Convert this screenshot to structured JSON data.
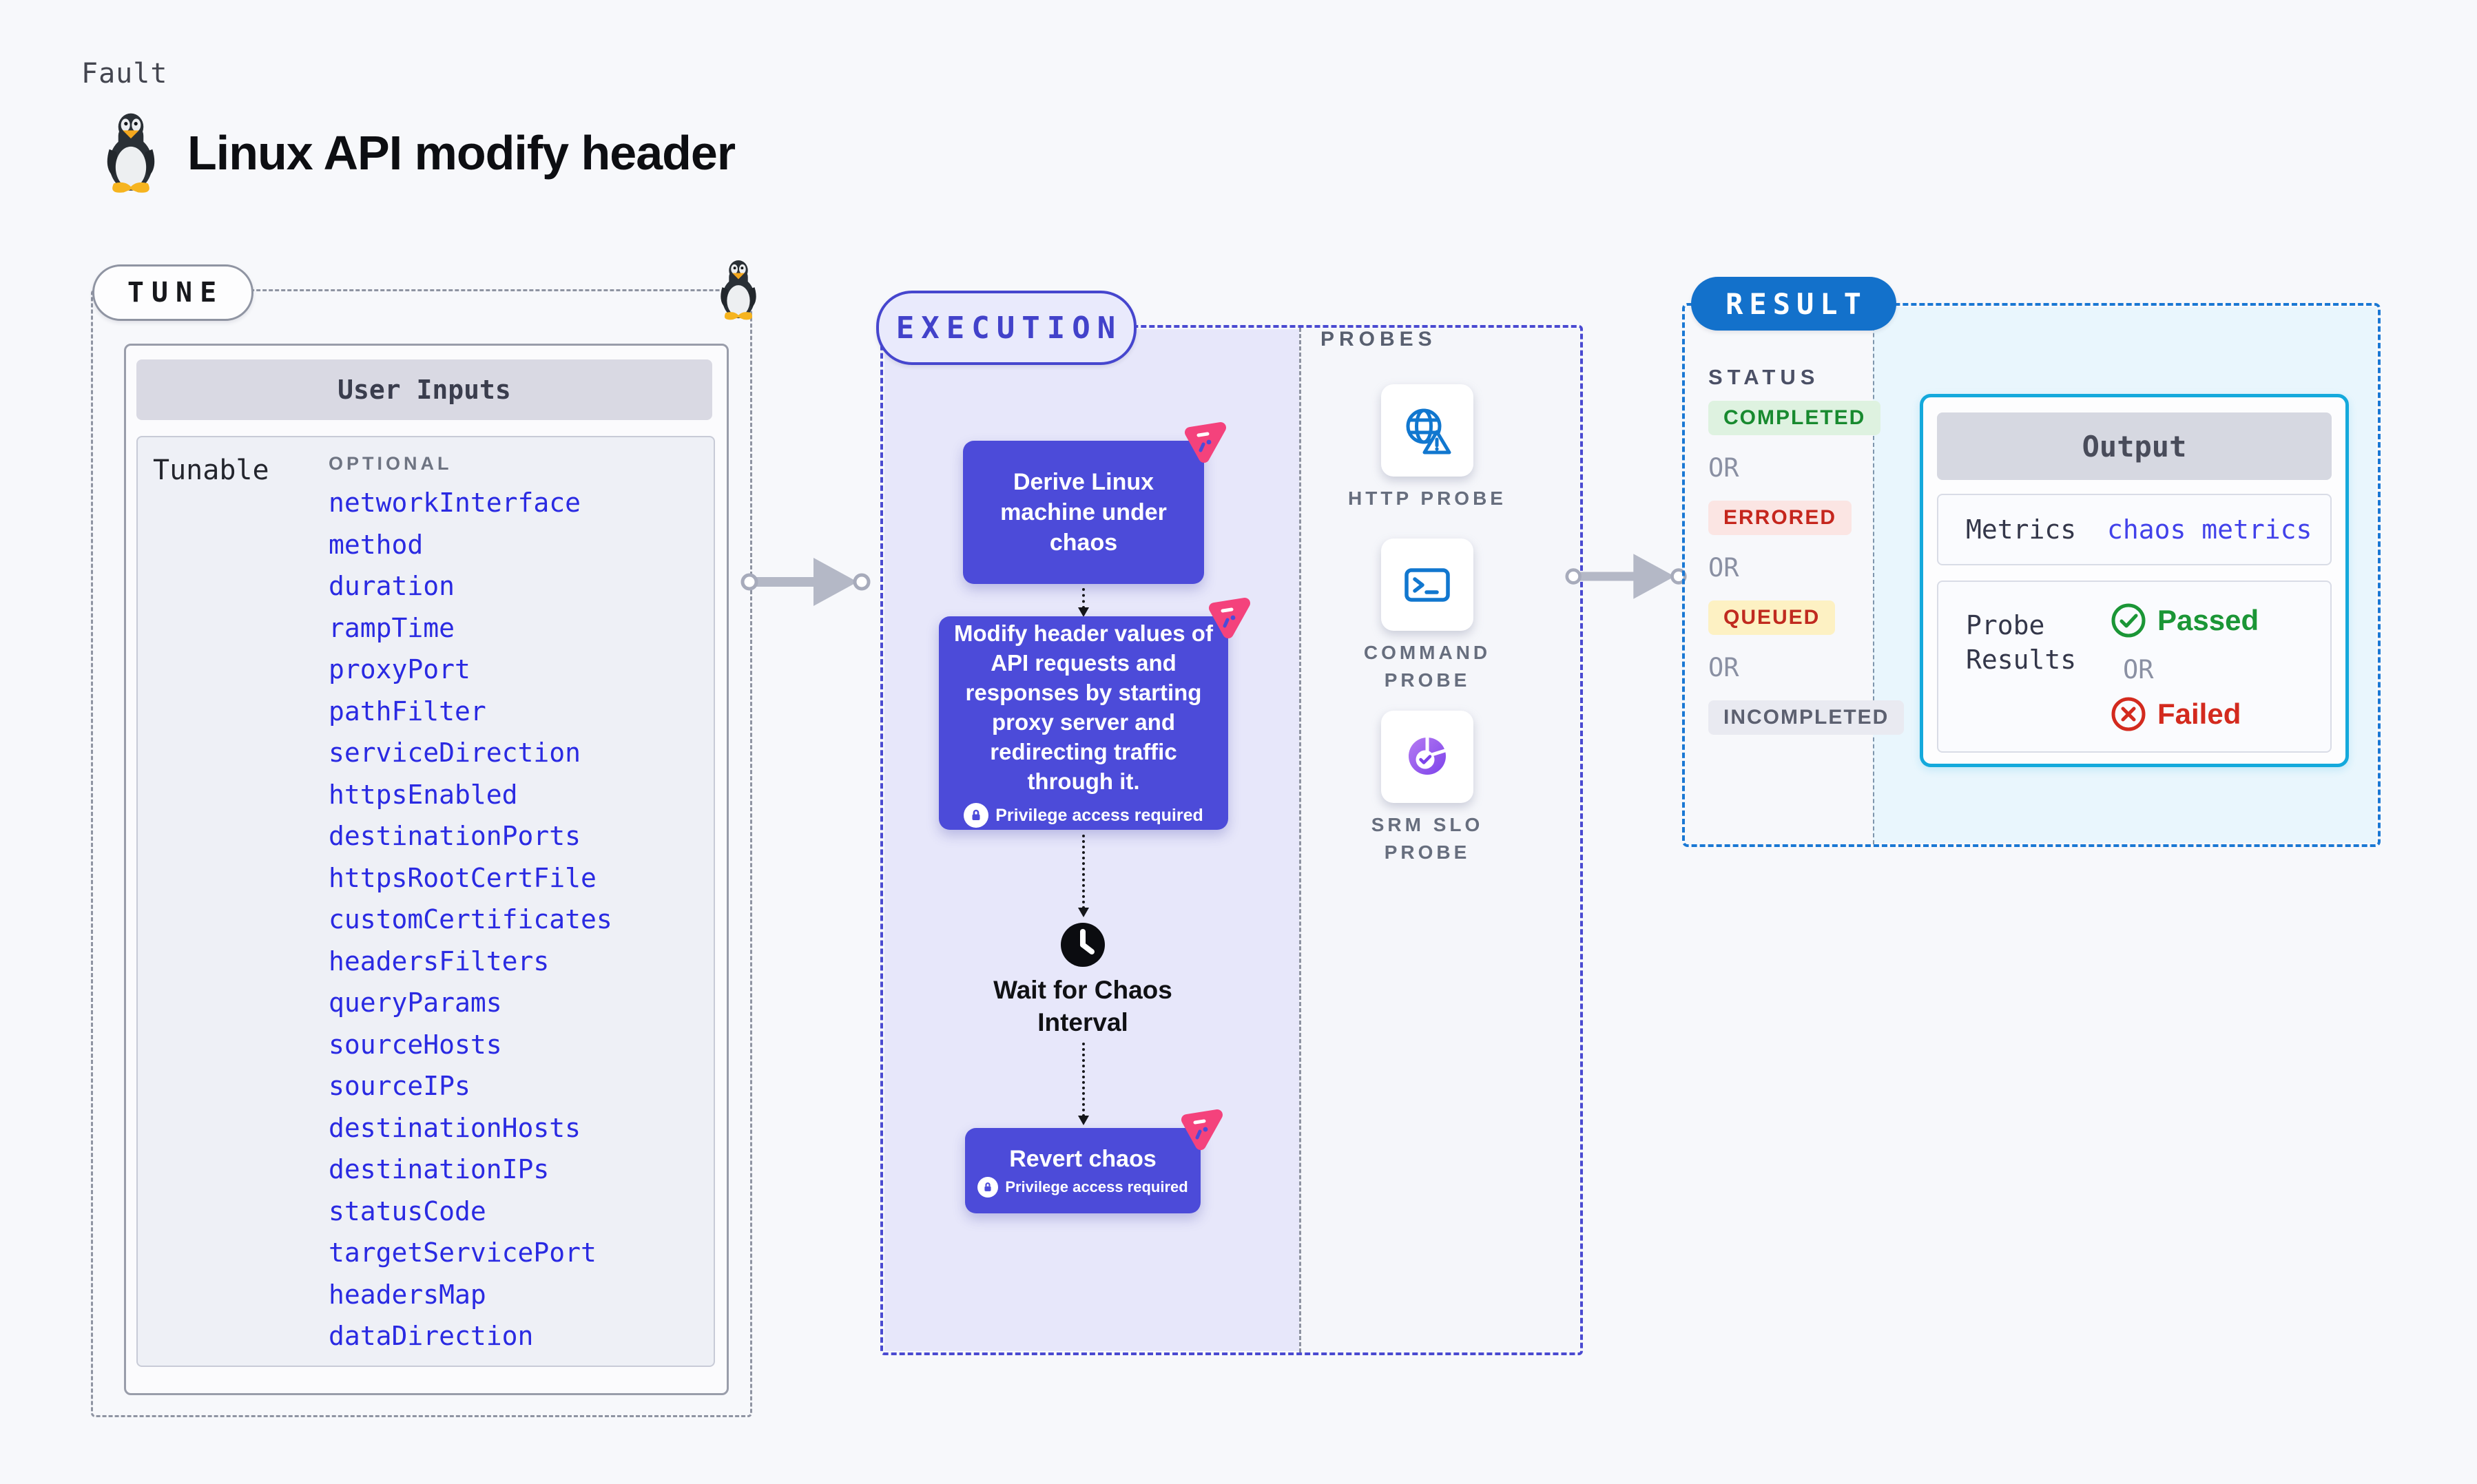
{
  "header": {
    "fault_label": "Fault",
    "title": "Linux API modify header"
  },
  "tune": {
    "pill": "TUNE",
    "card_title": "User Inputs",
    "row_label": "Tunable",
    "optional_label": "OPTIONAL",
    "params": [
      "networkInterface",
      "method",
      "duration",
      "rampTime",
      "proxyPort",
      "pathFilter",
      "serviceDirection",
      "httpsEnabled",
      "destinationPorts",
      "httpsRootCertFile",
      "customCertificates",
      "headersFilters",
      "queryParams",
      "sourceHosts",
      "sourceIPs",
      "destinationHosts",
      "destinationIPs",
      "statusCode",
      "targetServicePort",
      "headersMap",
      "dataDirection"
    ]
  },
  "execution": {
    "pill": "EXECUTION",
    "steps": {
      "derive": "Derive Linux machine under chaos",
      "modify": "Modify header values of API requests and responses by starting proxy server and redirecting traffic through it.",
      "wait": "Wait for Chaos Interval",
      "revert": "Revert chaos"
    },
    "privilege_note": "Privilege access required"
  },
  "probes": {
    "section_label": "PROBES",
    "items": [
      {
        "label": "HTTP PROBE",
        "icon": "globe-warning-icon"
      },
      {
        "label": "COMMAND PROBE",
        "icon": "terminal-icon"
      },
      {
        "label": "SRM SLO PROBE",
        "icon": "slo-pie-check-icon"
      }
    ]
  },
  "result": {
    "pill": "RESULT",
    "status_label": "STATUS",
    "or_label": "OR",
    "statuses": [
      {
        "label": "COMPLETED",
        "key": "completed",
        "color": "#188a2f"
      },
      {
        "label": "ERRORED",
        "key": "errored",
        "color": "#c5261d"
      },
      {
        "label": "QUEUED",
        "key": "queued",
        "color": "#c02a1f"
      },
      {
        "label": "INCOMPLETED",
        "key": "incompleted",
        "color": "#5c6070"
      }
    ],
    "output": {
      "title": "Output",
      "metrics_label": "Metrics",
      "metrics_value": "chaos metrics",
      "probe_results_label": "Probe Results",
      "passed": "Passed",
      "failed": "Failed"
    }
  },
  "colors": {
    "accent_indigo": "#4c4bd9",
    "accent_blue": "#1371cb",
    "accent_cyan": "#14a9dc",
    "accent_pink": "#f4427c",
    "param_blue": "#2a2ae2",
    "passed_green": "#1b9636",
    "failed_red": "#d32a1e",
    "lavender_fill": "#e7e7fa",
    "cyan_fill": "#e9f6fd"
  }
}
